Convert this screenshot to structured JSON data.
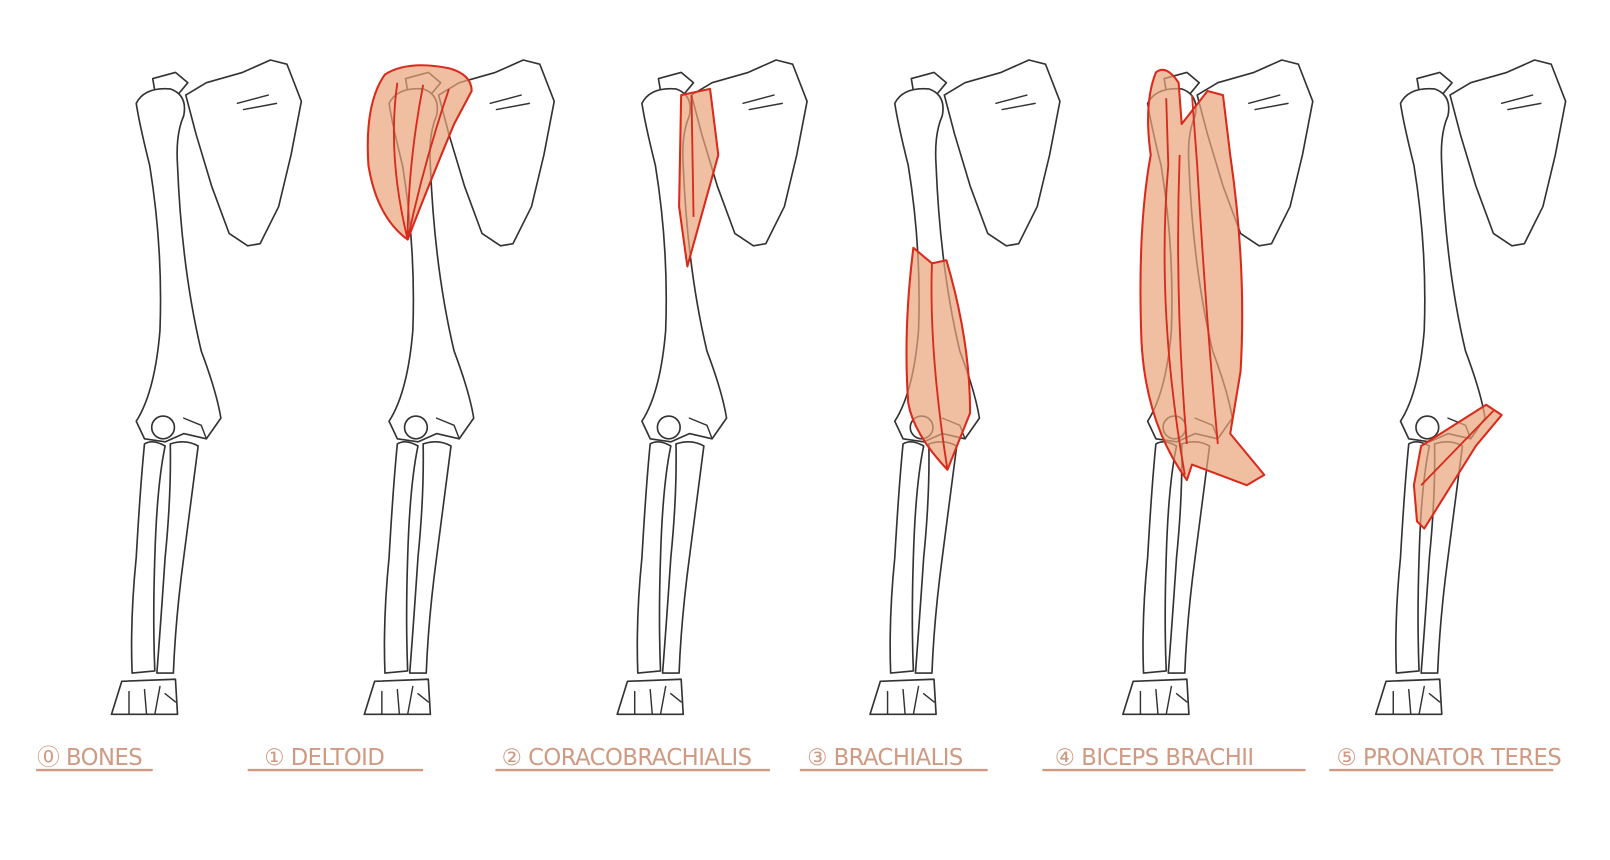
{
  "colors": {
    "label": "#d09a82",
    "muscle_fill": "#eaa47a",
    "muscle_outline": "#d92a1c",
    "bone_line": "#333333"
  },
  "panels": [
    {
      "label": "⓪ BONES",
      "muscle": null
    },
    {
      "label": "① DELTOID",
      "muscle": "deltoid"
    },
    {
      "label": "② CORACOBRACHIALIS",
      "muscle": "coracobrachialis"
    },
    {
      "label": "③ BRACHIALIS",
      "muscle": "brachialis"
    },
    {
      "label": "④ BICEPS BRACHII",
      "muscle": "biceps-brachii"
    },
    {
      "label": "⑤ PRONATOR TERES",
      "muscle": "pronator-teres"
    }
  ]
}
